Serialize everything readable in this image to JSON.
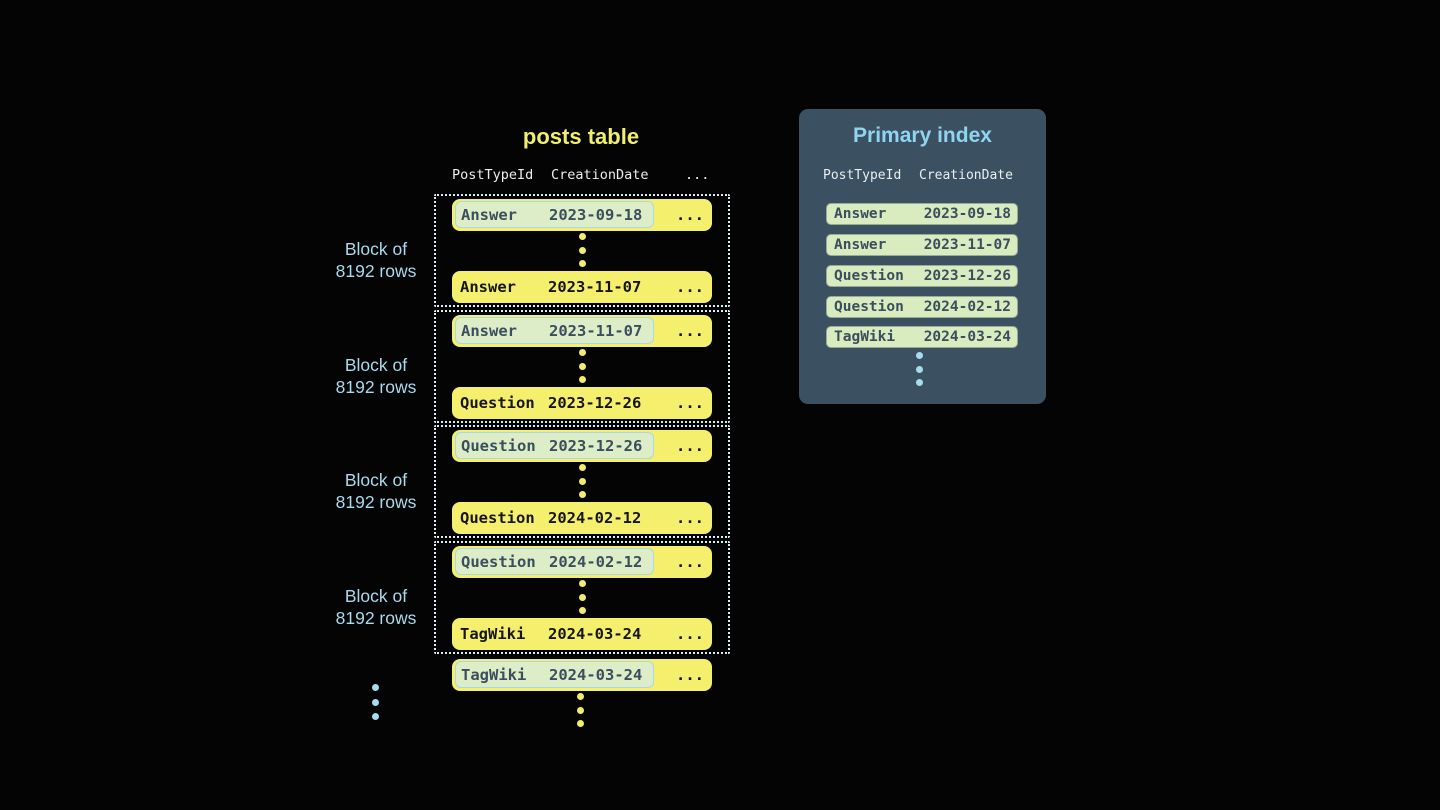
{
  "colors": {
    "background": "#040404",
    "row_yellow": "#f5ef6e",
    "highlight_mint": "#dcedc8",
    "highlight_border_blue": "#a7d8eb",
    "index_row_mint": "#d9ecc0",
    "panel_background": "#3b5161",
    "label_light_blue": "#a9d9ec",
    "index_title_blue": "#8fd4f0",
    "dotted_border": "#d9edf5",
    "dark_text": "#15151a",
    "slate_text": "#3b4e5d"
  },
  "icons": {
    "vertical_ellipsis_dots": "⋮ (three stacked dots, rendered as CSS circles)"
  },
  "table": {
    "title": "posts table",
    "columns": {
      "col1": "PostTypeId",
      "col2": "CreationDate",
      "col3": "..."
    },
    "ellipsis": "...",
    "blocks": [
      {
        "label": [
          "Block of",
          "8192 rows"
        ],
        "first_row": {
          "post_type": "Answer",
          "creation_date": "2023-09-18"
        },
        "last_row": {
          "post_type": "Answer",
          "creation_date": "2023-11-07"
        }
      },
      {
        "label": [
          "Block of",
          "8192 rows"
        ],
        "first_row": {
          "post_type": "Answer",
          "creation_date": "2023-11-07"
        },
        "last_row": {
          "post_type": "Question",
          "creation_date": "2023-12-26"
        }
      },
      {
        "label": [
          "Block of",
          "8192 rows"
        ],
        "first_row": {
          "post_type": "Question",
          "creation_date": "2023-12-26"
        },
        "last_row": {
          "post_type": "Question",
          "creation_date": "2024-02-12"
        }
      },
      {
        "label": [
          "Block of",
          "8192 rows"
        ],
        "first_row": {
          "post_type": "Question",
          "creation_date": "2024-02-12"
        },
        "last_row": {
          "post_type": "TagWiki",
          "creation_date": "2024-03-24"
        }
      }
    ],
    "overflow_row": {
      "post_type": "TagWiki",
      "creation_date": "2024-03-24"
    }
  },
  "index": {
    "title": "Primary index",
    "columns": {
      "col1": "PostTypeId",
      "col2": "CreationDate"
    },
    "rows": [
      {
        "post_type": "Answer",
        "creation_date": "2023-09-18"
      },
      {
        "post_type": "Answer",
        "creation_date": "2023-11-07"
      },
      {
        "post_type": "Question",
        "creation_date": "2023-12-26"
      },
      {
        "post_type": "Question",
        "creation_date": "2024-02-12"
      },
      {
        "post_type": "TagWiki",
        "creation_date": "2024-03-24"
      }
    ]
  }
}
